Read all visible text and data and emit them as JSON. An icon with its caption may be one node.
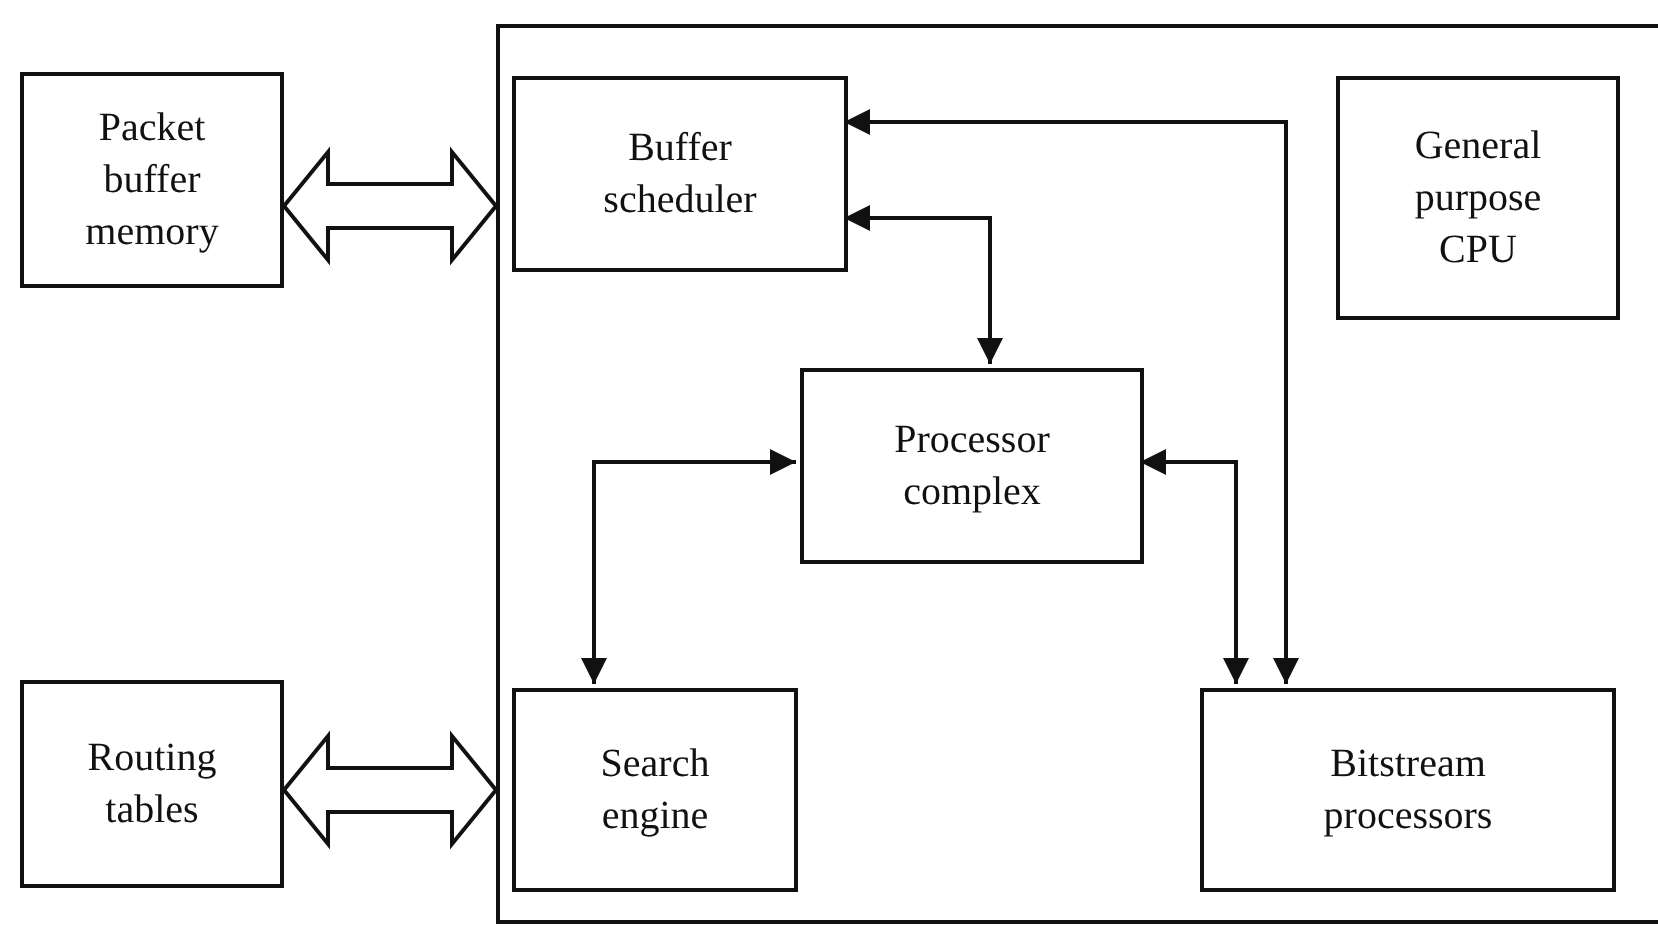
{
  "diagram": {
    "nodes": [
      {
        "text": [
          "Packet buffer memory"
        ]
      },
      {
        "text": [],
        "shape": "box"
      },
      {
        "text": [
          "Buffer scheduler"
        ],
        "in": 1
      },
      {
        "text": [
          "General purpose CPU"
        ],
        "in": 1
      },
      {
        "text": [
          "Processor complex"
        ],
        "in": 1
      },
      {
        "text": [
          "Routing tables"
        ]
      },
      {
        "text": [
          "Search engine"
        ],
        "in": 1
      },
      {
        "text": [
          "Bitstream processors"
        ],
        "in": 1
      }
    ],
    "edges": [
      {
        "from": 0,
        "to": 1,
        "arrow": "both",
        "style": "thick"
      },
      {
        "from": 5,
        "to": 1,
        "arrow": "both",
        "style": "thick"
      },
      {
        "from": 2,
        "to": 7,
        "arrow": "both"
      },
      {
        "from": 2,
        "to": 4,
        "arrow": "both"
      },
      {
        "from": 4,
        "to": 7,
        "arrow": "both"
      },
      {
        "from": 6,
        "to": 4,
        "arrow": "both"
      }
    ]
  }
}
